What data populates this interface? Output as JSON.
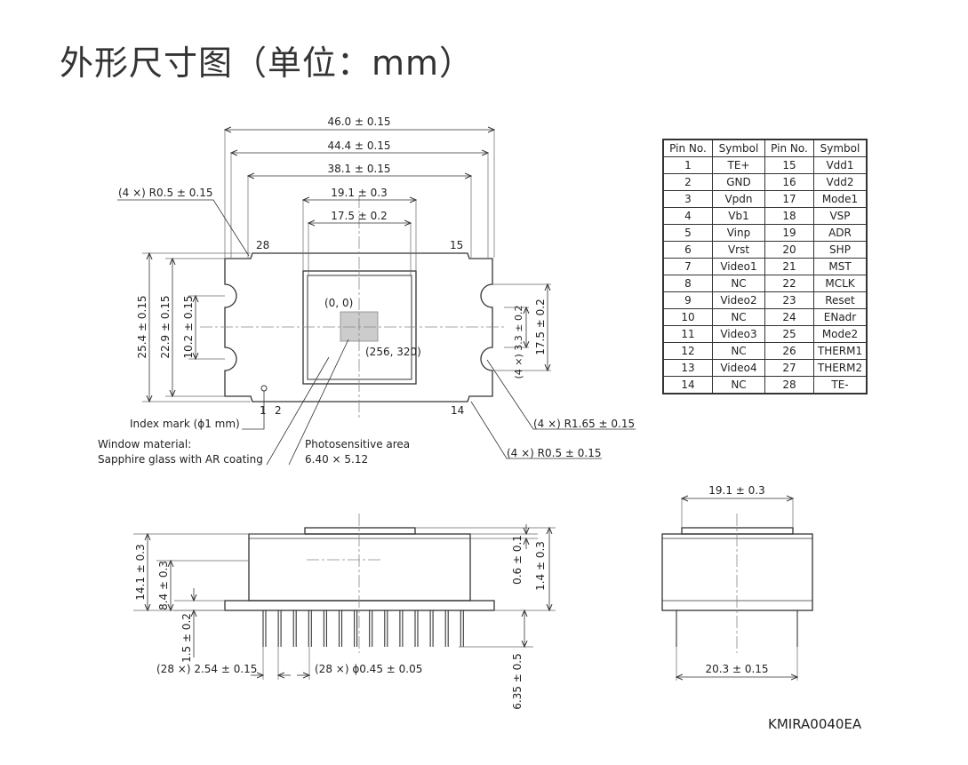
{
  "title": "外形尺寸图（单位：mm）",
  "drawing_code": "KMIRA0040EA",
  "top_view": {
    "dim_outer_width": "46.0 ± 0.15",
    "dim_inner_width": "44.4 ± 0.15",
    "dim_notch_span": "38.1 ± 0.15",
    "dim_window_width": "19.1 ± 0.3",
    "dim_sensor_width": "17.5 ± 0.2",
    "dim_corner_radius_tl": "(4 ×) R0.5 ± 0.15",
    "pin_label_28": "28",
    "pin_label_15": "15",
    "pin_label_1": "1",
    "pin_label_2": "2",
    "pin_label_14": "14",
    "dim_height": "25.4 ± 0.15",
    "dim_body_height": "22.9 ± 0.15",
    "dim_notch_height": "10.2 ± 0.15",
    "dim_notch_pitch": "(4 ×) 3.3 ± 0.2",
    "dim_sensor_height": "17.5 ± 0.2",
    "origin_label": "(0, 0)",
    "end_label": "(256, 320)",
    "index_mark": "Index mark (ϕ1 mm)",
    "window_material_line1": "Window material:",
    "window_material_line2": "Sapphire glass with AR coating",
    "photosensitive_line1": "Photosensitive area",
    "photosensitive_line2": "6.40 × 5.12",
    "dim_notch_radius": "(4 ×) R1.65 ± 0.15",
    "dim_corner_radius_br": "(4 ×) R0.5 ± 0.15"
  },
  "front_view": {
    "dim_total_height": "14.1 ± 0.3",
    "dim_body_to_base": "8.4 ± 0.3",
    "dim_lead_standoff": "1.5 ± 0.2",
    "dim_window_thickness": "0.6 ± 0.1",
    "dim_window_height": "1.4 ± 0.3",
    "dim_lead_length": "6.35 ± 0.5",
    "dim_pitch": "(28 ×) 2.54 ± 0.15",
    "dim_lead_diameter": "(28 ×) ϕ0.45 ± 0.05"
  },
  "side_view": {
    "dim_window_width": "19.1 ± 0.3",
    "dim_row_spacing": "20.3 ± 0.15"
  },
  "pin_table": {
    "headers": [
      "Pin No.",
      "Symbol",
      "Pin No.",
      "Symbol"
    ],
    "rows": [
      [
        "1",
        "TE+",
        "15",
        "Vdd1"
      ],
      [
        "2",
        "GND",
        "16",
        "Vdd2"
      ],
      [
        "3",
        "Vpdn",
        "17",
        "Mode1"
      ],
      [
        "4",
        "Vb1",
        "18",
        "VSP"
      ],
      [
        "5",
        "Vinp",
        "19",
        "ADR"
      ],
      [
        "6",
        "Vrst",
        "20",
        "SHP"
      ],
      [
        "7",
        "Video1",
        "21",
        "MST"
      ],
      [
        "8",
        "NC",
        "22",
        "MCLK"
      ],
      [
        "9",
        "Video2",
        "23",
        "Reset"
      ],
      [
        "10",
        "NC",
        "24",
        "ENadr"
      ],
      [
        "11",
        "Video3",
        "25",
        "Mode2"
      ],
      [
        "12",
        "NC",
        "26",
        "THERM1"
      ],
      [
        "13",
        "Video4",
        "27",
        "THERM2"
      ],
      [
        "14",
        "NC",
        "28",
        "TE-"
      ]
    ]
  },
  "colors": {
    "line": "#333333",
    "sensor_fill": "#cccccc",
    "centerline": "#888888"
  }
}
